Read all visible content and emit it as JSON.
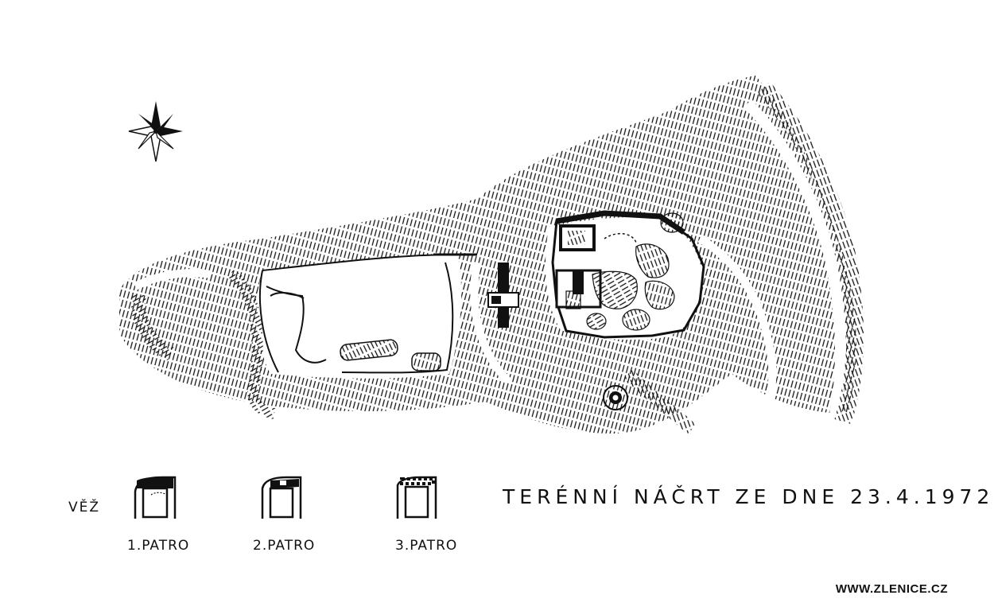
{
  "map": {
    "title": "TERÉNNÍ NÁČRT ZE DNE 23.4.1972",
    "tower_label": "VĚŽ",
    "floors": [
      {
        "label": "1.PATRO"
      },
      {
        "label": "2.PATRO"
      },
      {
        "label": "3.PATRO"
      }
    ],
    "credit": "WWW.ZLENICE.CZ",
    "ink_color": "#111111",
    "paper_color": "#ffffff",
    "compass_icon": "compass-rose-icon"
  }
}
